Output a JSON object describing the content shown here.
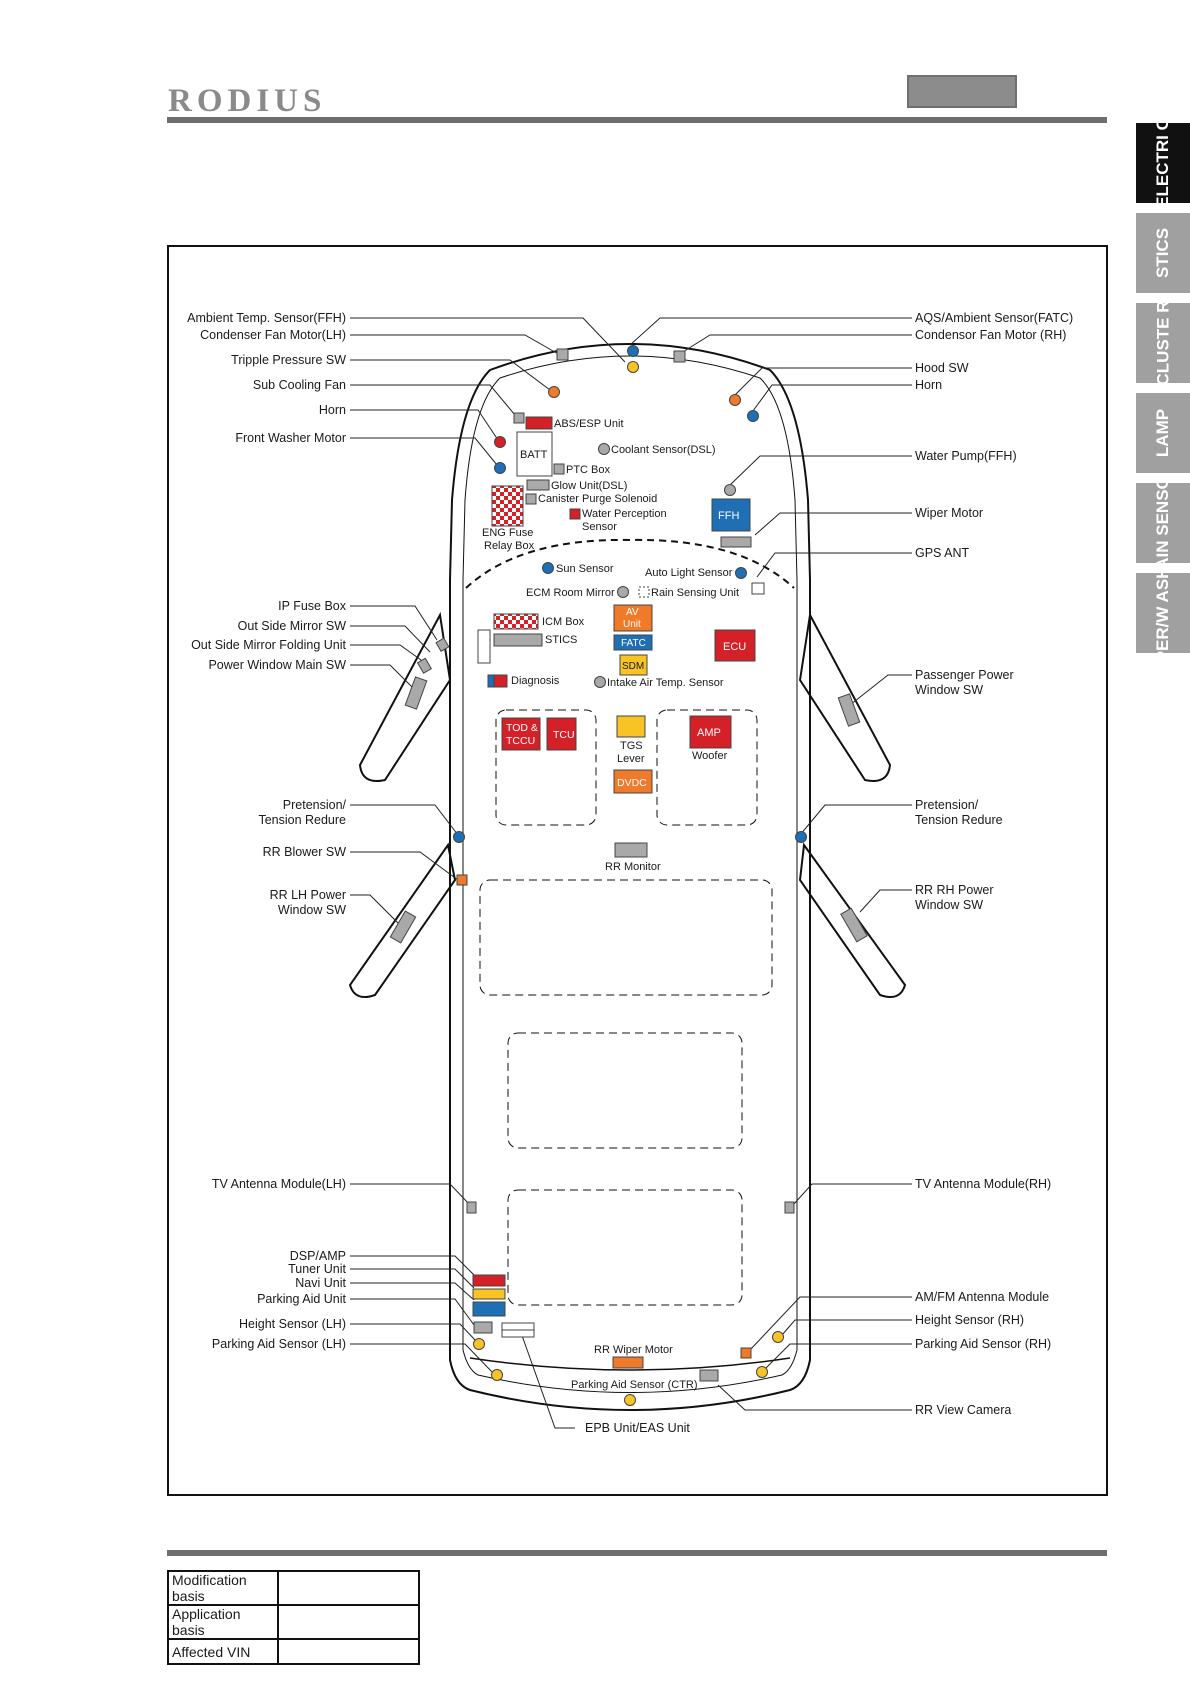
{
  "header": {
    "logo_text": "RODIUS"
  },
  "side_tabs": [
    {
      "label": "ELECTRI C",
      "active": true
    },
    {
      "label": "STICS",
      "active": false
    },
    {
      "label": "CLUSTE R",
      "active": false
    },
    {
      "label": "LAMP",
      "active": false
    },
    {
      "label": "RAIN SENSOR",
      "active": false
    },
    {
      "label": "WIPER/W ASHER",
      "active": false
    }
  ],
  "colors": {
    "red": "#d42027",
    "blue": "#1f6fb5",
    "orange": "#ee7a2a",
    "yellow": "#f7c325",
    "gray": "#a9a9a9",
    "ecu_red": "#d42027"
  },
  "diagram": {
    "callouts_left": [
      "Ambient Temp. Sensor(FFH)",
      "Condenser Fan Motor(LH)",
      "Tripple Pressure SW",
      "Sub Cooling Fan",
      "Horn",
      "Front Washer Motor",
      "IP Fuse Box",
      "Out Side Mirror SW",
      "Out Side Mirror Folding Unit",
      "Power Window Main SW",
      "Pretension/",
      "Tension Redure",
      "RR Blower SW",
      "RR LH Power",
      "Window SW",
      "TV Antenna Module(LH)",
      "DSP/AMP",
      "Tuner Unit",
      "Navi Unit",
      "Parking Aid Unit",
      "Height Sensor (LH)",
      "Parking Aid Sensor (LH)"
    ],
    "callouts_right": [
      "AQS/Ambient Sensor(FATC)",
      "Condensor Fan Motor (RH)",
      "Hood SW",
      "Horn",
      "Water Pump(FFH)",
      "Wiper Motor",
      "GPS ANT",
      "Passenger Power",
      "Window SW",
      "Pretension/",
      "Tension Redure",
      "RR RH Power",
      "Window SW",
      "TV Antenna Module(RH)",
      "AM/FM Antenna Module",
      "Height Sensor (RH)",
      "Parking Aid Sensor (RH)",
      "RR View Camera"
    ],
    "callout_bottom": "EPB Unit/EAS Unit",
    "component_labels": {
      "abs": "ABS/ESP Unit",
      "batt": "BATT",
      "coolant": "Coolant Sensor(DSL)",
      "ptc": "PTC Box",
      "glow": "Glow Unit(DSL)",
      "canister": "Canister Purge Solenoid",
      "water_perc_1": "Water Perception",
      "water_perc_2": "Sensor",
      "ffh": "FFH",
      "eng_fuse_1": "ENG Fuse",
      "eng_fuse_2": "Relay Box",
      "sun": "Sun Sensor",
      "auto_light": "Auto Light Sensor",
      "ecm": "ECM Room Mirror",
      "rain": "Rain Sensing Unit",
      "icm": "ICM Box",
      "stics": "STICS",
      "av_1": "AV",
      "av_2": "Unit",
      "fatc": "FATC",
      "ecu": "ECU",
      "sdm": "SDM",
      "diagnosis": "Diagnosis",
      "intake": "Intake Air Temp. Sensor",
      "tod_1": "TOD &",
      "tod_2": "TCCU",
      "tcu": "TCU",
      "tgs_1": "TGS",
      "tgs_2": "Lever",
      "amp": "AMP",
      "woofer": "Woofer",
      "dvdc": "DVDC",
      "rr_monitor": "RR Monitor",
      "rr_wiper": "RR Wiper Motor",
      "parking_ctr": "Parking Aid Sensor (CTR)"
    }
  },
  "footer": {
    "rows": [
      {
        "key": "Modification basis",
        "value": ""
      },
      {
        "key": "Application basis",
        "value": ""
      },
      {
        "key": "Affected VIN",
        "value": ""
      }
    ]
  }
}
